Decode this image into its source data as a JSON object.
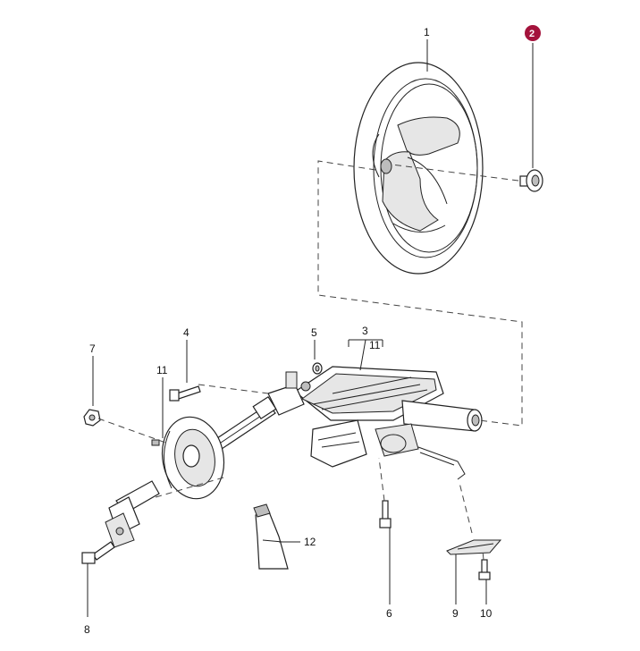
{
  "callouts": {
    "c1": "1",
    "c2": "2",
    "c3": "3",
    "c4": "4",
    "c5": "5",
    "c6": "6",
    "c7": "7",
    "c8": "8",
    "c9": "9",
    "c10": "10",
    "c11_top": "11",
    "c11_left": "11",
    "c12": "12"
  },
  "highlight": {
    "item": "2",
    "color": "#a4133c"
  },
  "colors": {
    "line": "#222222",
    "badge": "#a4133c"
  }
}
